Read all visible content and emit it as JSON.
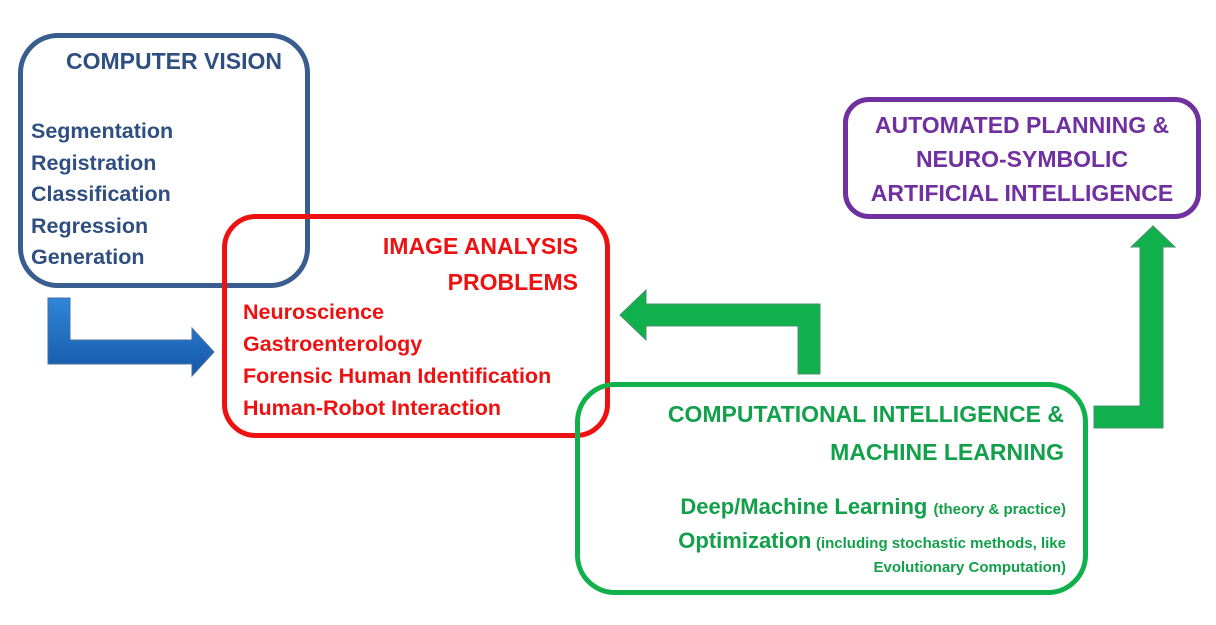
{
  "computer_vision": {
    "title": "COMPUTER VISION",
    "items": [
      "Segmentation",
      "Registration",
      "Classification",
      "Regression",
      "Generation"
    ]
  },
  "image_analysis": {
    "title_line1": "IMAGE ANALYSIS",
    "title_line2": "PROBLEMS",
    "items": [
      "Neuroscience",
      "Gastroenterology",
      "Forensic Human Identification",
      "Human-Robot Interaction"
    ]
  },
  "computational_intelligence": {
    "title_line1": "COMPUTATIONAL INTELLIGENCE &",
    "title_line2": "MACHINE LEARNING",
    "dl_label": "Deep/Machine Learning",
    "dl_note": "(theory & practice)",
    "opt_label": "Optimization",
    "opt_note_line1": "(including stochastic methods, like",
    "opt_note_line2": "Evolutionary Computation)"
  },
  "automated_planning": {
    "title_line1": "AUTOMATED PLANNING &",
    "title_line2": "NEURO-SYMBOLIC",
    "title_line3": "ARTIFICIAL INTELLIGENCE"
  },
  "colors": {
    "computer_vision": "#2e4f80",
    "image_analysis": "#ee1111",
    "computational_intelligence": "#13a04a",
    "automated_planning": "#7030a0",
    "blue_arrow": "#1f6fc4",
    "green_arrow": "#10b04c"
  }
}
